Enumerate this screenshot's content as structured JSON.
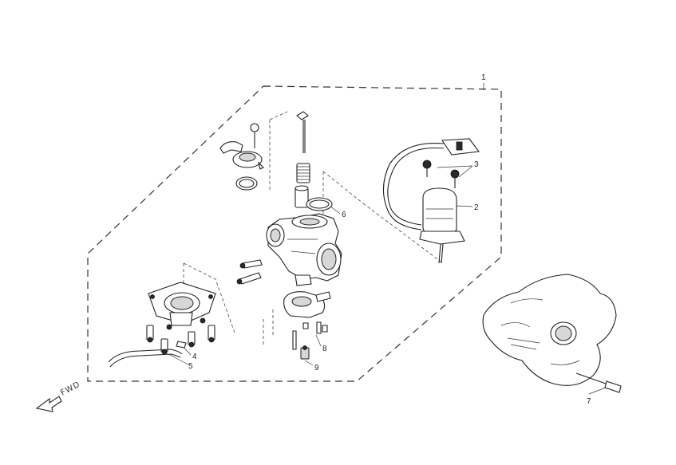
{
  "callouts": {
    "c1": "1",
    "c2": "2",
    "c3": "3",
    "c4": "4",
    "c5": "5",
    "c6": "6",
    "c7": "7",
    "c8": "8",
    "c9": "9"
  },
  "direction_label": "FWD",
  "colors": {
    "line": "#222222",
    "background": "#ffffff"
  }
}
